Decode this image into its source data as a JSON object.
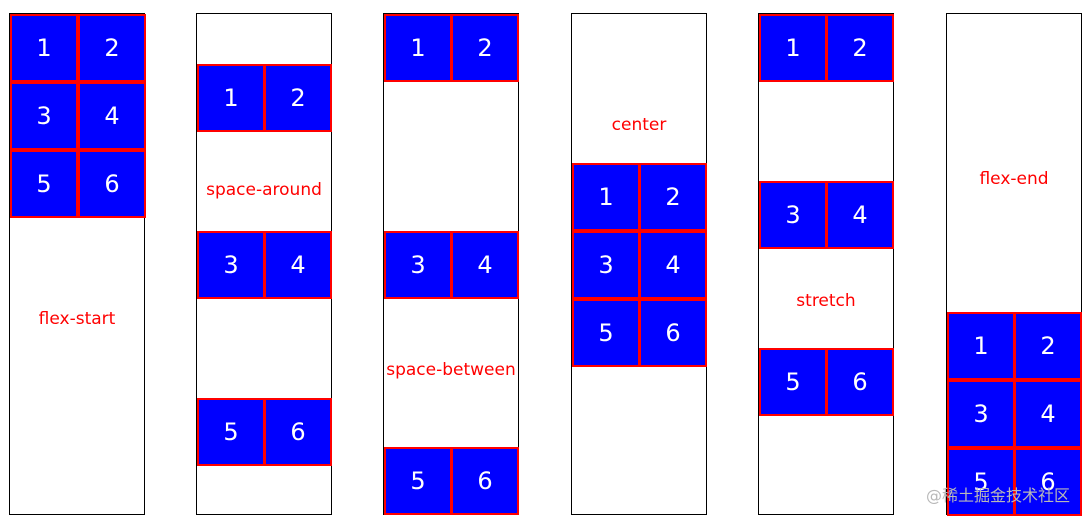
{
  "panels": [
    {
      "label": "flex-start",
      "items": [
        "1",
        "2",
        "3",
        "4",
        "5",
        "6"
      ]
    },
    {
      "label": "space-around",
      "items": [
        "1",
        "2",
        "3",
        "4",
        "5",
        "6"
      ]
    },
    {
      "label": "space-between",
      "items": [
        "1",
        "2",
        "3",
        "4",
        "5",
        "6"
      ]
    },
    {
      "label": "center",
      "items": [
        "1",
        "2",
        "3",
        "4",
        "5",
        "6"
      ]
    },
    {
      "label": "stretch",
      "items": [
        "1",
        "2",
        "3",
        "4",
        "5",
        "6"
      ]
    },
    {
      "label": "flex-end",
      "items": [
        "1",
        "2",
        "3",
        "4",
        "5",
        "6"
      ]
    }
  ],
  "watermark": "@稀土掘金技术社区",
  "colors": {
    "item_fill": "#0000ff",
    "item_border": "#ff0000",
    "item_text": "#ffffff",
    "label_text": "#ff0000",
    "panel_border": "#000000"
  }
}
